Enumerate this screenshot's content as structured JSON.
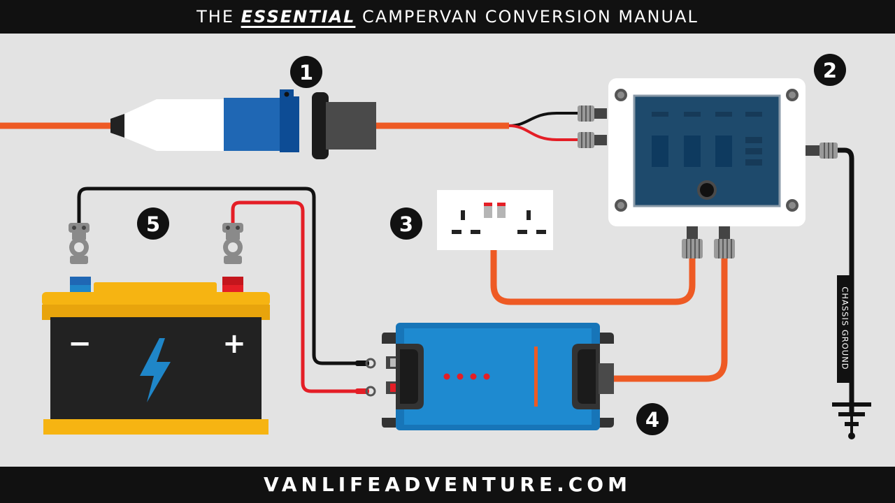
{
  "header": {
    "title_prefix": "THE ",
    "title_emphasis": "ESSENTIAL",
    "title_suffix": " CAMPERVAN CONVERSION MANUAL"
  },
  "footer": {
    "text": "VANLIFEADVENTURE.COM"
  },
  "markers": [
    "1",
    "2",
    "3",
    "4",
    "5"
  ],
  "battery": {
    "negative_sign": "−",
    "positive_sign": "+"
  },
  "ground": {
    "label": "CHASSIS GROUND"
  },
  "colors": {
    "background": "#e3e3e3",
    "bars": "#111111",
    "cable_orange": "#ee5a24",
    "wire_red": "#e41e26",
    "wire_black": "#111111",
    "battery_yellow": "#f6b412",
    "device_blue": "#1f86c8",
    "panel_navy": "#1e4a6c"
  }
}
